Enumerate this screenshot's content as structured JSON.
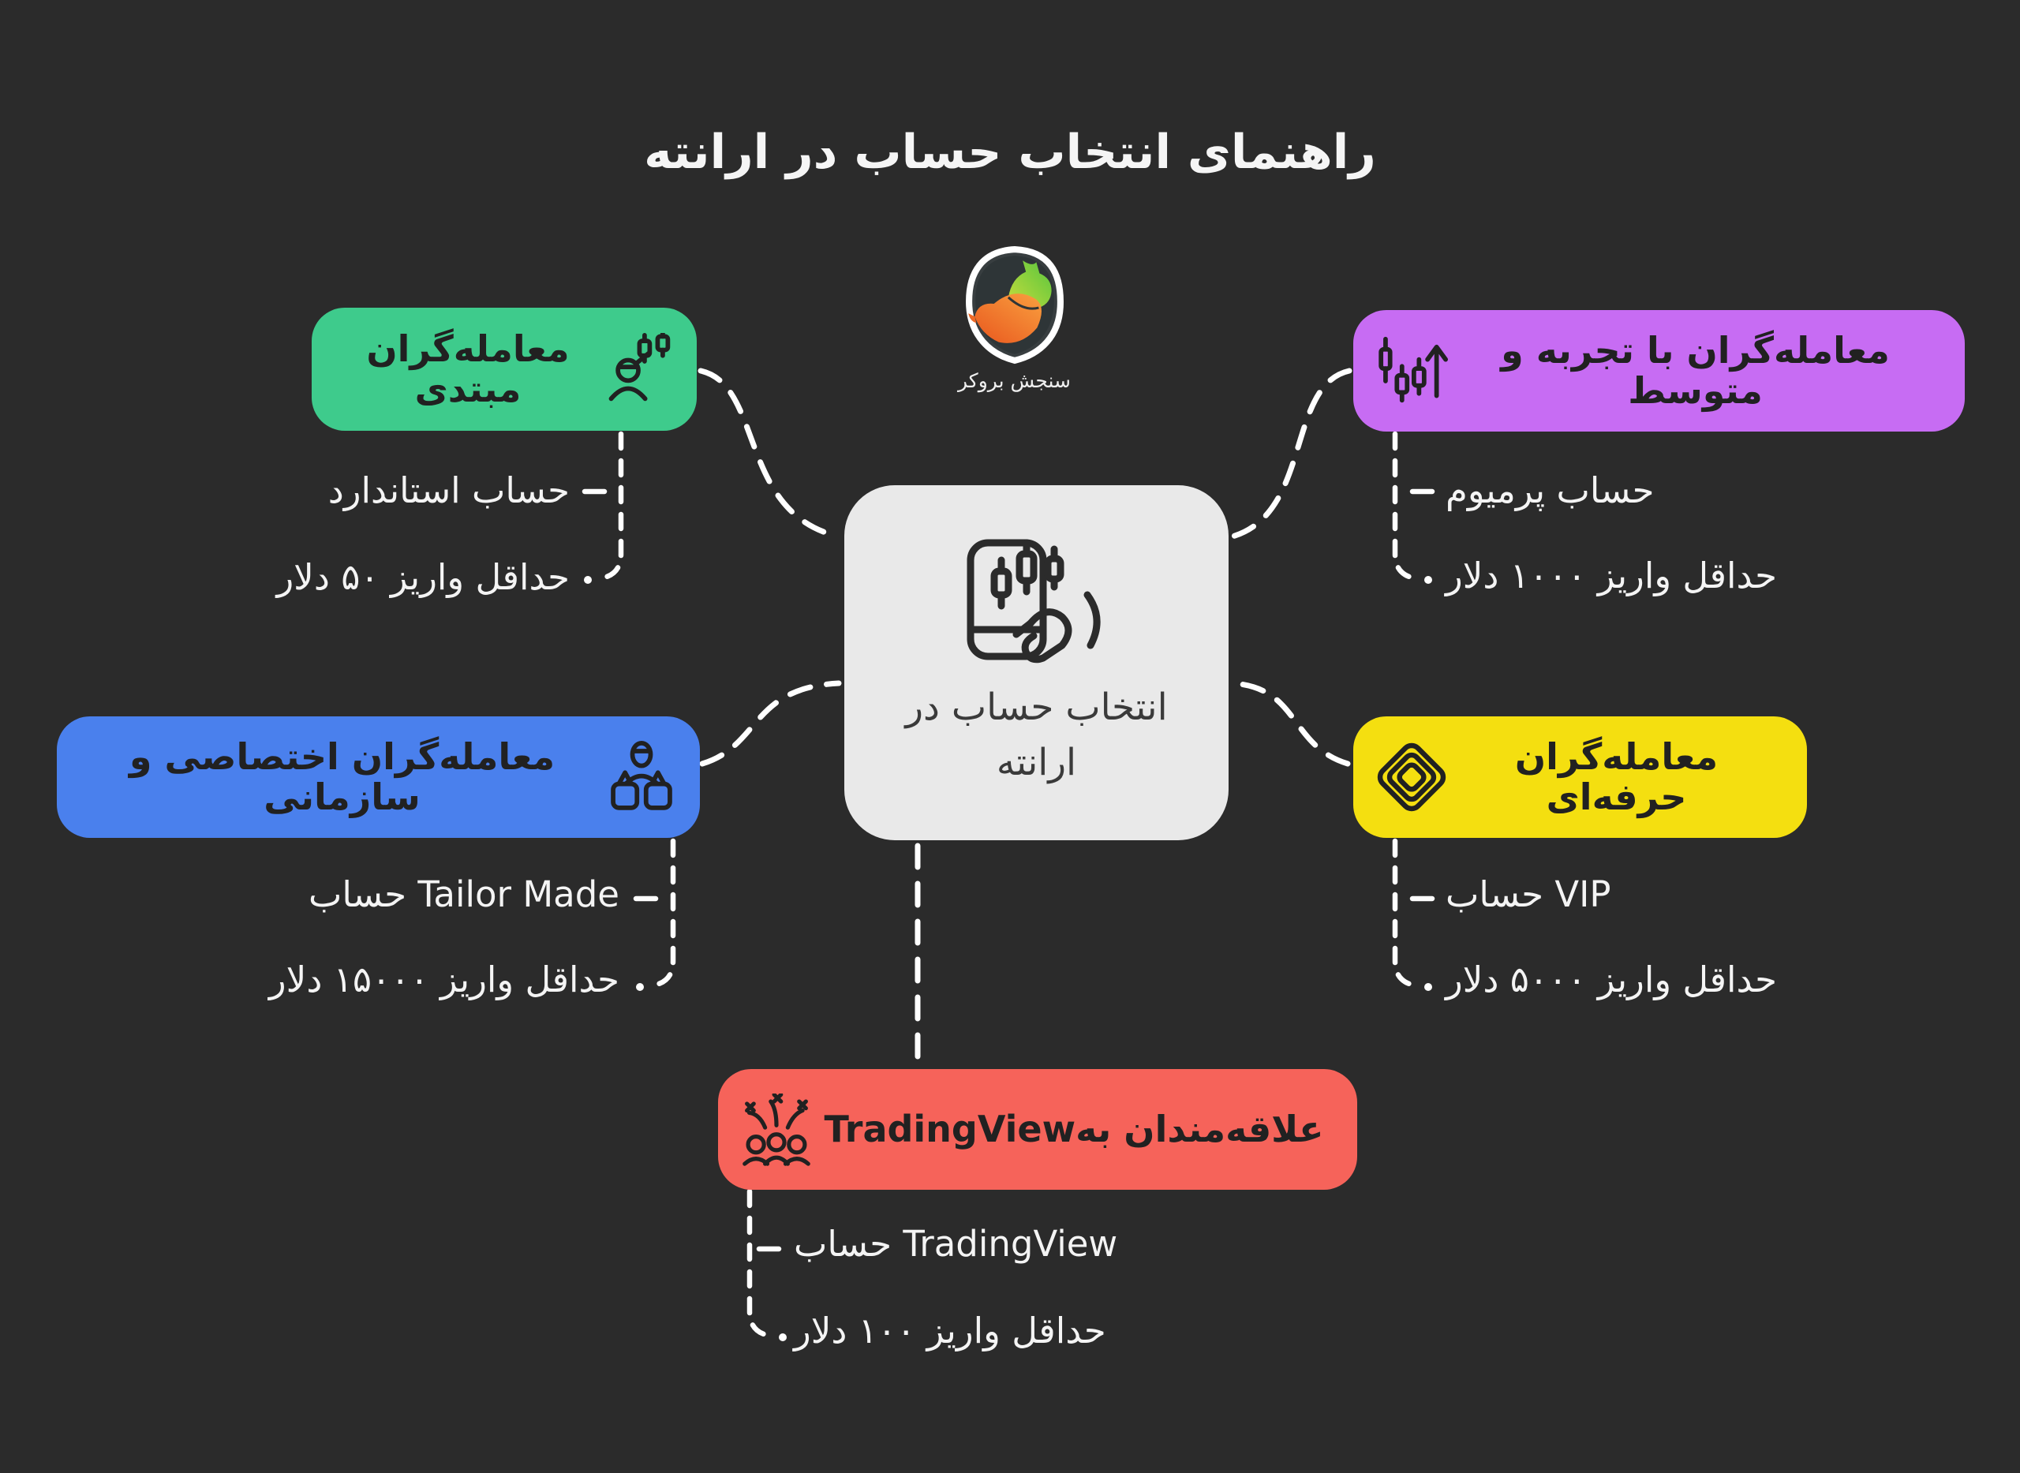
{
  "title": "راهنمای انتخاب حساب در ارانته",
  "logo": {
    "icon": "bull-bear-shield",
    "text": "سنجش بروکر"
  },
  "center": {
    "icon": "tablet-candles-hand",
    "line1": "انتخاب حساب در",
    "line2": "ارانته"
  },
  "colors": {
    "background": "#2b2b2b",
    "center_node": "#e9e9e9",
    "connector": "#ffffff",
    "node_text": "#212121",
    "leaf_text": "#f4f4f4",
    "beginner": "#3ecb8c",
    "experienced": "#c76cf3",
    "institutional": "#4a80ed",
    "professional": "#f4df10",
    "tradingview": "#f6635a"
  },
  "branches": [
    {
      "id": "beginner",
      "icon": "presenter-chart-icon",
      "label": "معامله‌گران مبتدی",
      "color": "#3ecb8c",
      "account": "حساب استاندارد",
      "deposit": "حداقل واریز ۵۰ دلار"
    },
    {
      "id": "experienced",
      "icon": "candles-uptrend-icon",
      "label": "معامله‌گران با تجربه و متوسط",
      "color": "#c76cf3",
      "account": "حساب پرمیوم",
      "deposit": "حداقل واریز ۱۰۰۰ دلار"
    },
    {
      "id": "institutional",
      "icon": "person-bags-icon",
      "label": "معامله‌گران اختصاصی و سازمانی",
      "color": "#4a80ed",
      "account": "حساب Tailor Made",
      "deposit": "حداقل واریز ۱۵۰۰۰ دلار"
    },
    {
      "id": "professional",
      "icon": "layers-icon",
      "label": "معامله‌گران حرفه‌ای",
      "color": "#f4df10",
      "account": "حساب VIP",
      "deposit": "حداقل واریز ۵۰۰۰ دلار"
    },
    {
      "id": "tradingview",
      "icon": "crowd-celebration-icon",
      "label": "علاقه‌مندان بهTradingView",
      "color": "#f6635a",
      "account": "حساب TradingView",
      "deposit": "حداقل واریز ۱۰۰ دلار"
    }
  ]
}
